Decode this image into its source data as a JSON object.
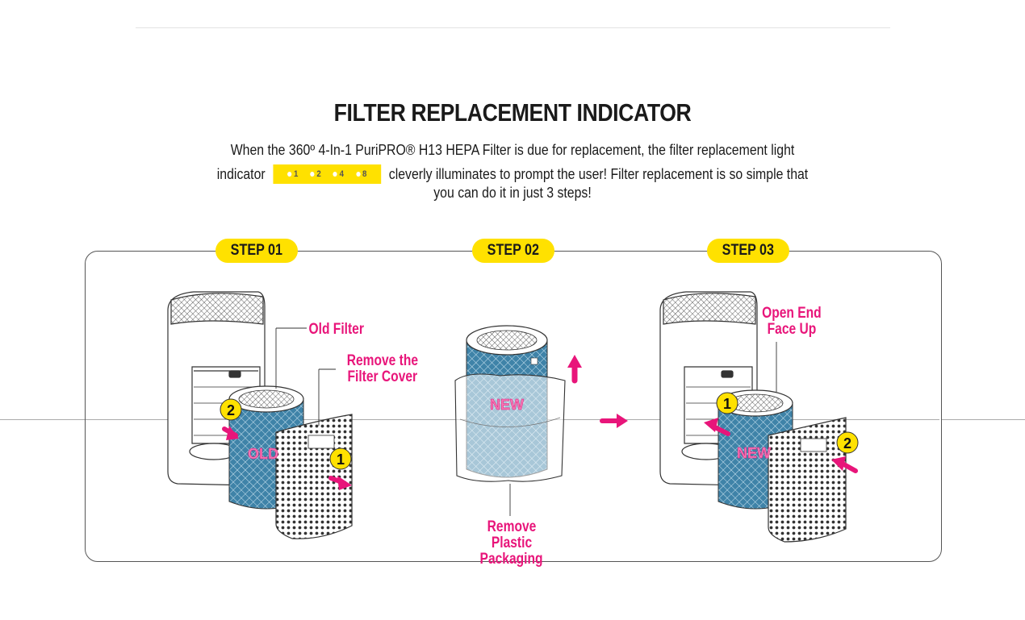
{
  "title": "FILTER REPLACEMENT INDICATOR",
  "description": {
    "line1": "When the 360º 4-In-1 PuriPRO® H13 HEPA Filter is due for replacement, the filter replacement light",
    "line2_before": "indicator",
    "line2_after": "cleverly illuminates to prompt the user! Filter replacement is so simple that",
    "line3": "you can do it in just 3 steps!"
  },
  "indicator_lights": [
    "1",
    "2",
    "4",
    "8"
  ],
  "steps": [
    {
      "label": "STEP 01",
      "callouts": [
        "Old Filter",
        "Remove the",
        "Filter Cover"
      ],
      "filter_text": "OLD",
      "numbers": [
        "2",
        "1"
      ]
    },
    {
      "label": "STEP 02",
      "callouts": [
        "Remove Plastic",
        "Packaging"
      ],
      "filter_text": "NEW"
    },
    {
      "label": "STEP 03",
      "callouts": [
        "Open End",
        "Face Up"
      ],
      "filter_text": "NEW",
      "numbers": [
        "1",
        "2"
      ]
    }
  ],
  "colors": {
    "accent_yellow": "#ffe100",
    "accent_pink": "#e8157a",
    "filter_blue": "#3f83a8"
  }
}
